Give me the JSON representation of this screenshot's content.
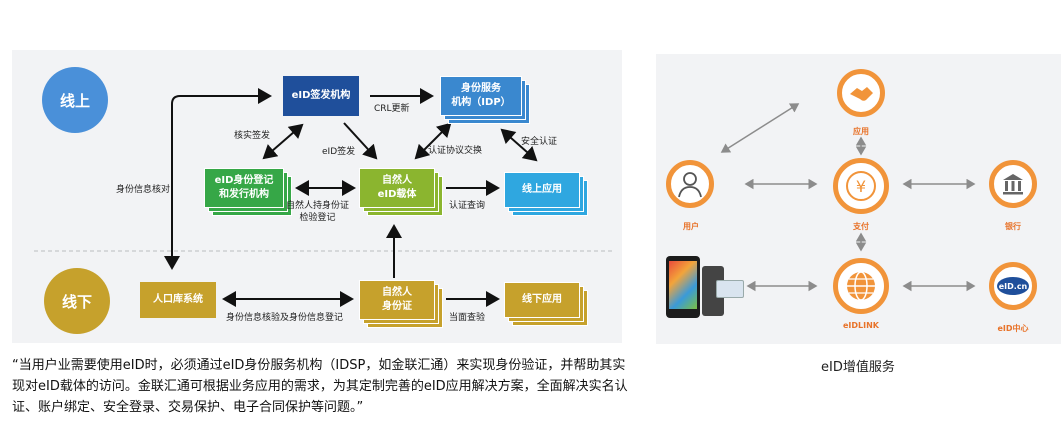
{
  "left_diagram": {
    "zones": {
      "online": "线上",
      "offline": "线下"
    },
    "nodes": {
      "issuer": "eID签发机构",
      "idp": "身份服务\n机构（IDP）",
      "registry": "eID身份登记\n和发行机构",
      "carrier": "自然人\neID载体",
      "online_app": "线上应用",
      "population_db": "人口库系统",
      "id_card": "自然人\n身份证",
      "offline_app": "线下应用"
    },
    "labels": {
      "crl_update": "CRL更新",
      "verify_issue": "核实签发",
      "eid_issue": "eID签发",
      "auth_protocol": "认证协议交换",
      "security_auth": "安全认证",
      "identity_check": "身份信息核对",
      "holder_verify": "自然人持身份证\n检验登记",
      "auth_query": "认证查询",
      "info_verify_register": "身份信息核验及身份信息登记",
      "onsite_check": "当面查验"
    },
    "colors": {
      "online_circle": "#4a90d9",
      "offline_circle": "#c6a12c",
      "issuer": "#1f4f9b",
      "idp": "#3a88cf",
      "registry": "#36a747",
      "carrier": "#8bb52f",
      "online_app": "#2fa7e0",
      "offline_node": "#c6a12c"
    }
  },
  "caption": "“当用户业需要使用eID时，必须通过eID身份服务机构（IDSP，如金联汇通）来实现身份验证，并帮助其实现对eID载体的访问。金联汇通可根据业务应用的需求，为其定制完善的eID应用解决方案，全面解决实名认证、账户绑定、安全登录、交易保护、电子合同保护等问题。”",
  "right_diagram": {
    "nodes": {
      "app": "应用",
      "user": "用户",
      "pay": "支付",
      "bank": "银行",
      "eidlink": "eIDLINK",
      "eid_center": "eID中心"
    },
    "icons": {
      "app": "handshake-icon",
      "user": "user-icon",
      "pay": "yuan-icon",
      "bank": "bank-icon",
      "eidlink": "globe-icon",
      "eid_center": "eid-logo-icon"
    },
    "eid_logo_text": "eID.cn",
    "accent_color": "#f1943a",
    "caption": "eID增值服务"
  }
}
